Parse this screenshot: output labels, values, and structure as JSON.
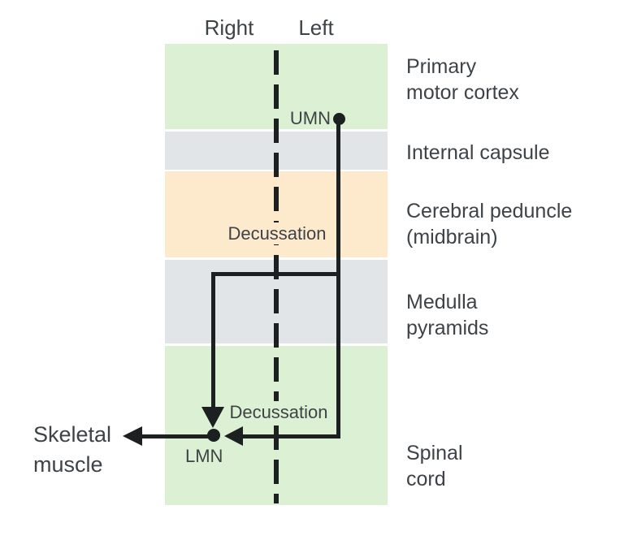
{
  "header": {
    "right_label": "Right",
    "left_label": "Left"
  },
  "bands": [
    {
      "id": "primary-motor-cortex",
      "label_lines": [
        "Primary",
        "motor cortex"
      ],
      "color": "#dcf1d3"
    },
    {
      "id": "internal-capsule",
      "label_lines": [
        "Internal capsule"
      ],
      "color": "#e2e5e7"
    },
    {
      "id": "cerebral-peduncle",
      "label_lines": [
        "Cerebral peduncle",
        "(midbrain)"
      ],
      "color": "#fdeacc"
    },
    {
      "id": "medulla-pyramids",
      "label_lines": [
        "Medulla",
        "pyramids"
      ],
      "color": "#e2e5e7"
    },
    {
      "id": "spinal-cord",
      "label_lines": [
        "Spinal",
        "cord"
      ],
      "color": "#dcf1d3"
    }
  ],
  "pathway": {
    "umn_label": "UMN",
    "lmn_label": "LMN",
    "upper_decussation_label": "Decussation",
    "lower_decussation_label": "Decussation",
    "skeletal_muscle_lines": [
      "Skeletal",
      "muscle"
    ]
  },
  "colors": {
    "line": "#1d2021",
    "text": "#3e4347",
    "green_band": "#dcf1d3",
    "gray_band": "#e2e5e7",
    "orange_band": "#fdeacc",
    "background": "#ffffff"
  }
}
